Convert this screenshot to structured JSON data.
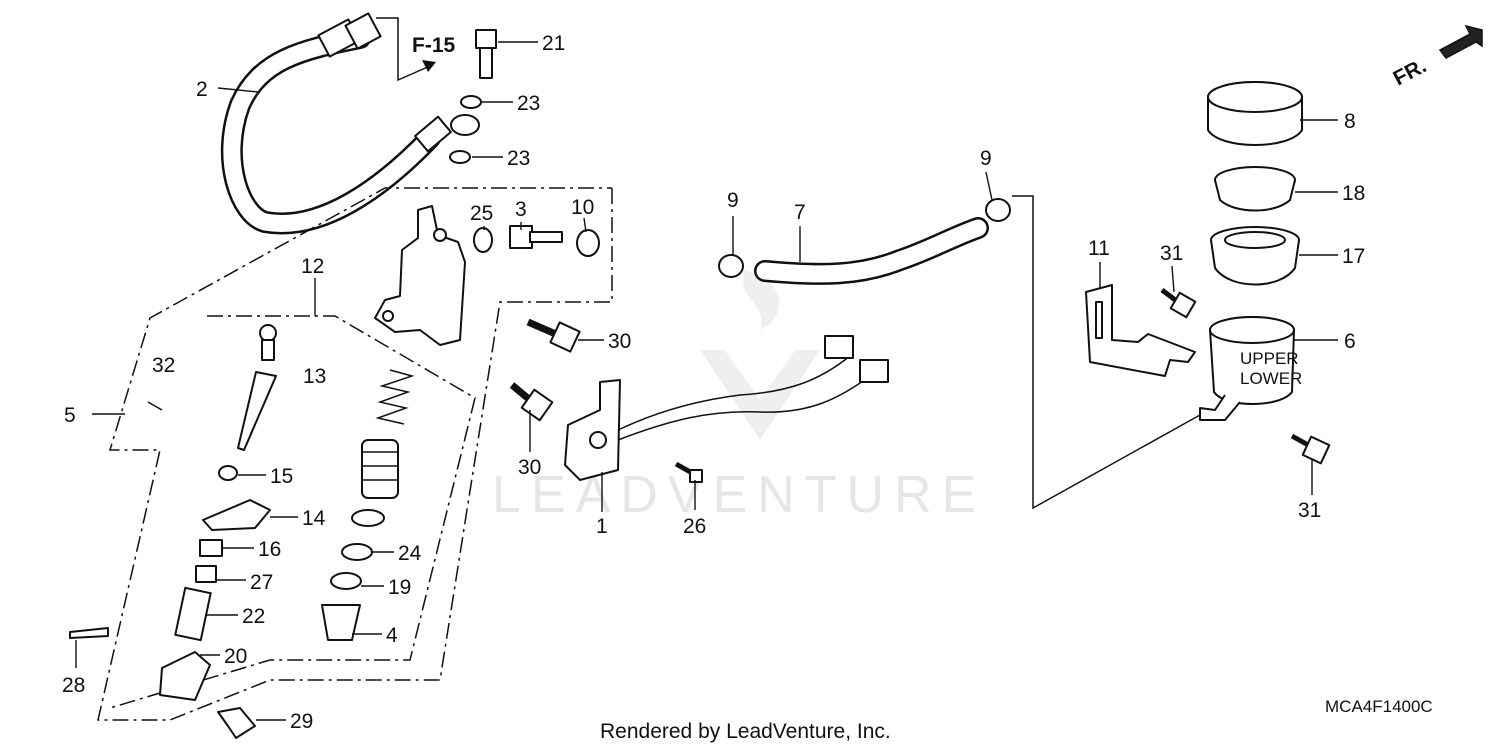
{
  "diagram": {
    "reference_tag": "F-15",
    "direction_label": "FR.",
    "watermark": "LEADVENTURE",
    "footer": "Rendered by LeadVenture, Inc.",
    "diagram_code": "MCA4F1400C",
    "reservoir_marks": {
      "upper": "UPPER",
      "lower": "LOWER"
    },
    "callouts": [
      "2",
      "21",
      "23",
      "23",
      "25",
      "3",
      "10",
      "12",
      "13",
      "32",
      "5",
      "15",
      "14",
      "16",
      "24",
      "27",
      "19",
      "22",
      "4",
      "20",
      "28",
      "29",
      "30",
      "30",
      "1",
      "26",
      "9",
      "9",
      "7",
      "11",
      "31",
      "8",
      "18",
      "17",
      "6",
      "31"
    ]
  }
}
